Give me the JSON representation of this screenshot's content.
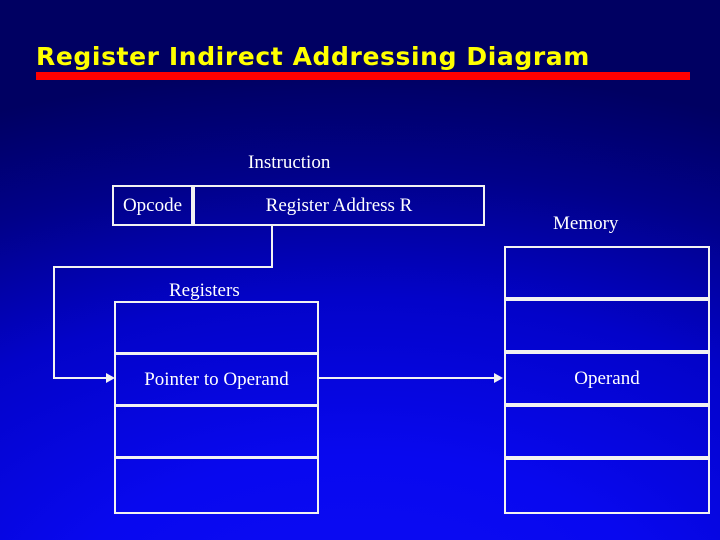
{
  "slide": {
    "title": "Register Indirect Addressing Diagram",
    "accent_color": "#ffff00",
    "rule_color": "#ff0000",
    "background_color": "#0000ee",
    "line_color": "#f2f2f2"
  },
  "instruction": {
    "label": "Instruction",
    "opcode": "Opcode",
    "address_field": "Register Address R"
  },
  "registers": {
    "label": "Registers",
    "rows": [
      "",
      "Pointer to Operand",
      "",
      ""
    ]
  },
  "memory": {
    "label": "Memory",
    "rows": [
      "",
      "",
      "Operand",
      "",
      ""
    ]
  }
}
